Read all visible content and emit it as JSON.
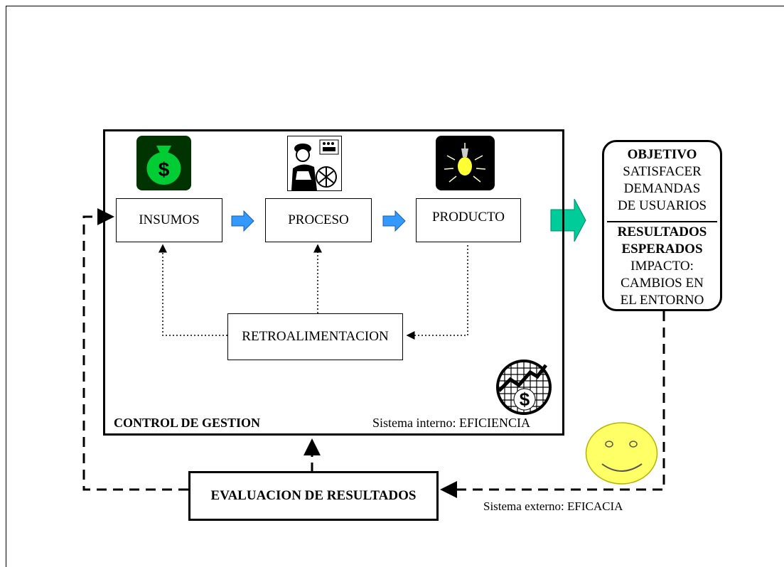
{
  "boxes": {
    "insumos": "INSUMOS",
    "proceso": "PROCESO",
    "producto": "PRODUCTO",
    "retro": "RETROALIMENTACION",
    "evaluacion": "EVALUACION DE RESULTADOS"
  },
  "main": {
    "control_label": "CONTROL DE GESTION",
    "interno_label": "Sistema interno: EFICIENCIA"
  },
  "externo_label": "Sistema externo: EFICACIA",
  "objective": {
    "title": "OBJETIVO",
    "lines": [
      "SATISFACER",
      "DEMANDAS",
      "DE USUARIOS"
    ],
    "results_title": [
      "RESULTADOS",
      "ESPERADOS"
    ],
    "results_lines": [
      "IMPACTO:",
      "CAMBIOS EN",
      "EL ENTORNO"
    ]
  },
  "icons": {
    "insumos": "money-bag-icon",
    "proceso": "worker-clipart-icon",
    "producto": "light-bulb-icon",
    "finance": "dollar-chart-icon",
    "smiley": "smiley-face-icon"
  },
  "colors": {
    "blue_arrow": "#3399ff",
    "teal_arrow": "#00cc99",
    "money_green": "#00cc33",
    "smiley_yellow": "#ffff66"
  }
}
